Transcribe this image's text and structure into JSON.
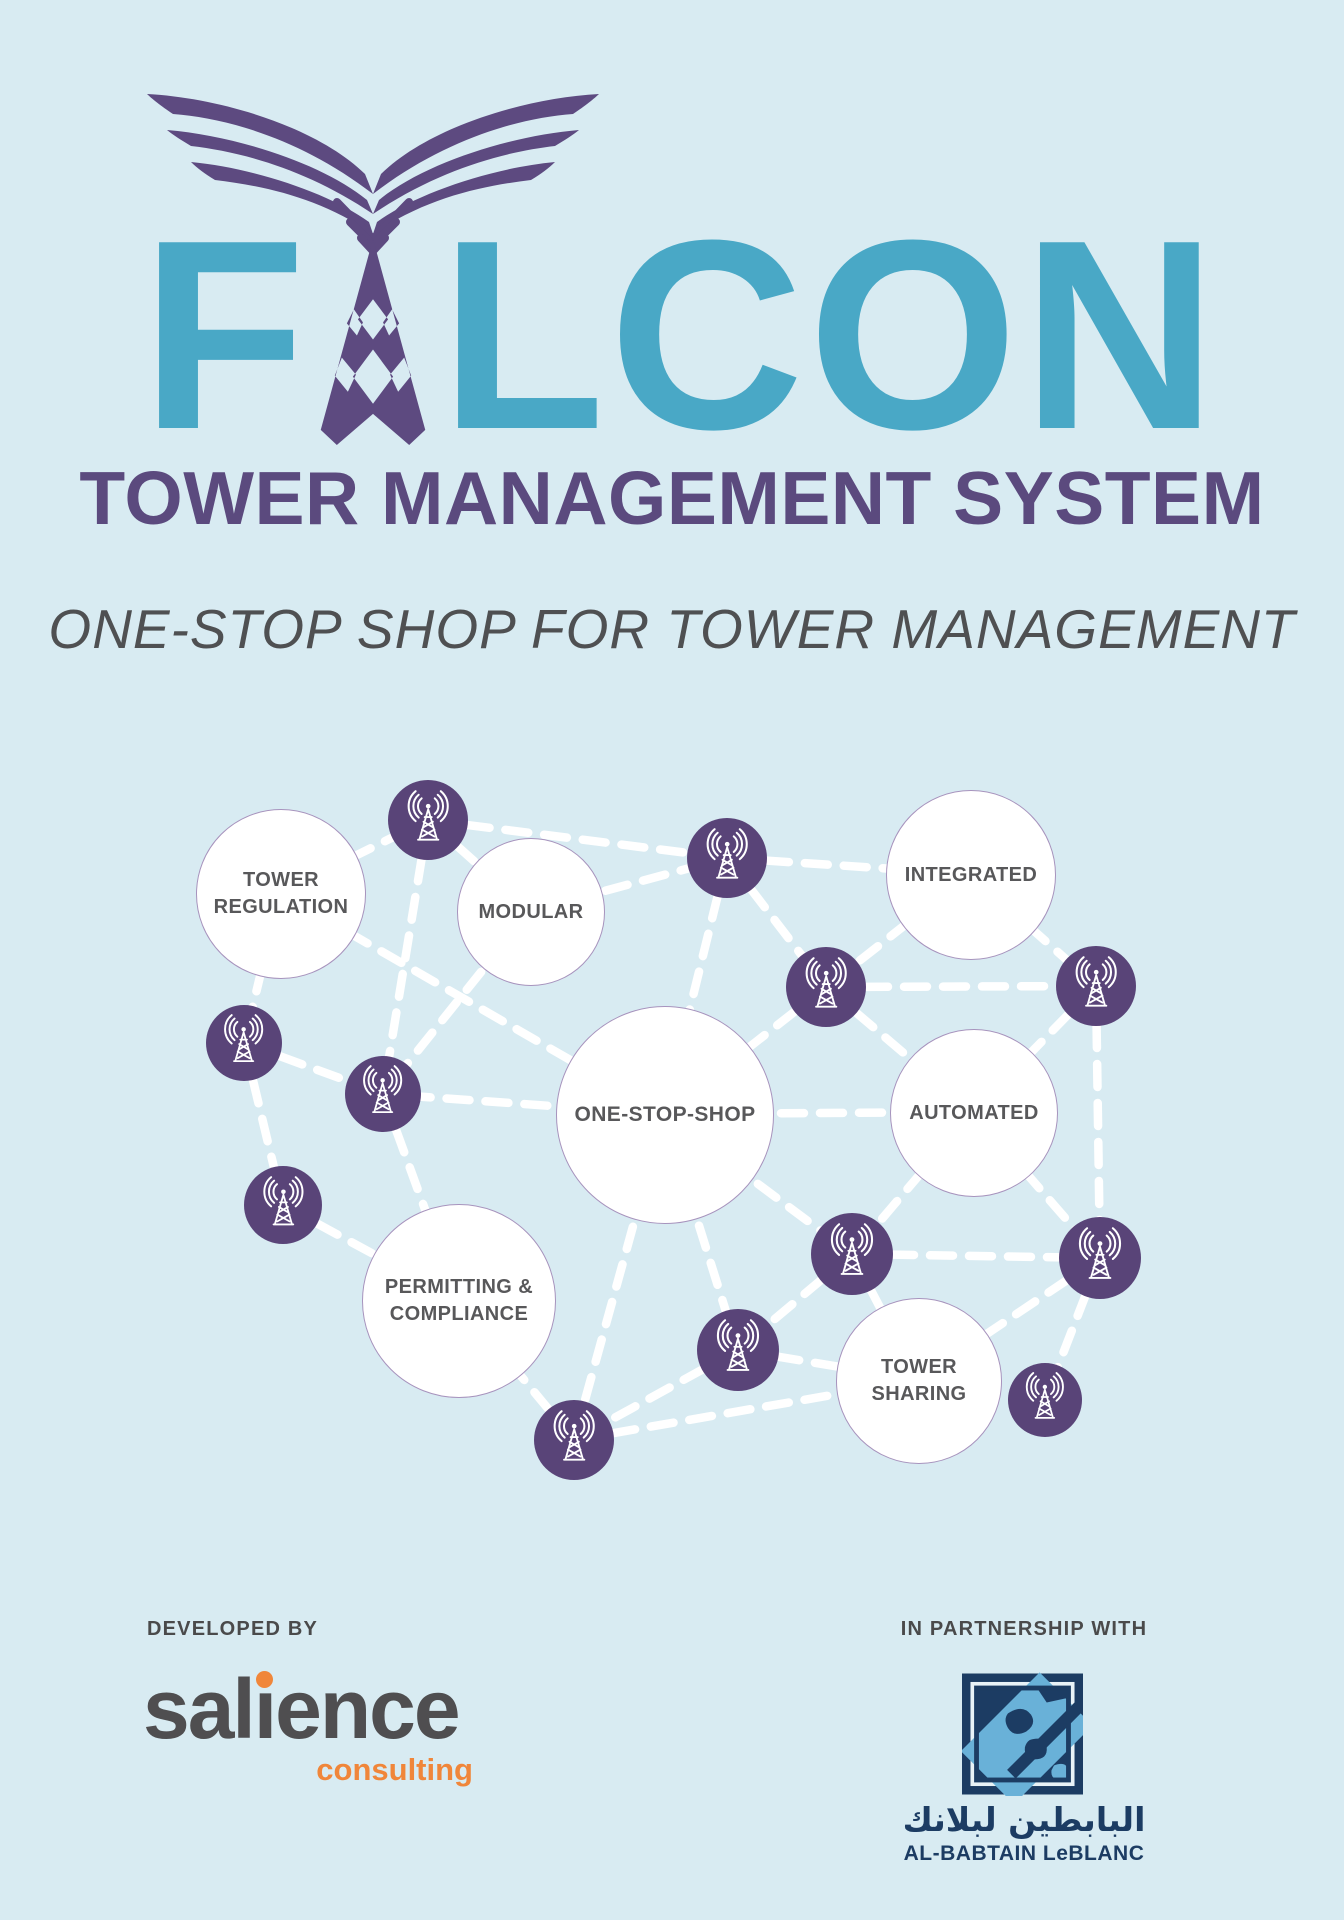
{
  "colors": {
    "background": "#d8ebf2",
    "brand_teal": "#49a8c6",
    "brand_purple": "#5d4a80",
    "node_purple": "#594478",
    "edge_white": "#ffffff",
    "hub_text_gray": "#58585a",
    "salience_gray": "#4f4e50",
    "salience_orange": "#f0863a",
    "partner_navy": "#1c3c63"
  },
  "brand": {
    "falcon_first_letter": "F",
    "falcon_rest_letters": "LCON",
    "logo_icon": "falcon-wings-icon",
    "letter_a_icon": "lattice-tower-icon",
    "wordmark_sub": "TOWER MANAGEMENT SYSTEM",
    "tagline": "ONE-STOP SHOP FOR TOWER MANAGEMENT"
  },
  "diagram": {
    "node_icon": "broadcast-tower-icon",
    "tower_node_count": 12,
    "hubs": [
      {
        "name": "tower-regulation",
        "lines": [
          "TOWER",
          "REGULATION"
        ]
      },
      {
        "name": "modular",
        "lines": [
          "MODULAR"
        ]
      },
      {
        "name": "integrated",
        "lines": [
          "INTEGRATED"
        ]
      },
      {
        "name": "one-stop-shop",
        "lines": [
          "ONE-STOP-SHOP"
        ]
      },
      {
        "name": "automated",
        "lines": [
          "AUTOMATED"
        ]
      },
      {
        "name": "permitting-compliance",
        "lines": [
          "PERMITTING &",
          "COMPLIANCE"
        ]
      },
      {
        "name": "tower-sharing",
        "lines": [
          "TOWER",
          "SHARING"
        ]
      }
    ]
  },
  "footer": {
    "developed_by": "DEVELOPED BY",
    "salience_pre": "sal",
    "salience_i": "ı",
    "salience_post": "ence",
    "salience_sub": "consulting",
    "partnership": "IN PARTNERSHIP WITH",
    "partner_logo_icon": "al-babtain-leblanc-monogram-icon",
    "partner_arabic": "البابطين لبلانك",
    "partner_latin": "AL-BABTAIN LeBLANC"
  }
}
